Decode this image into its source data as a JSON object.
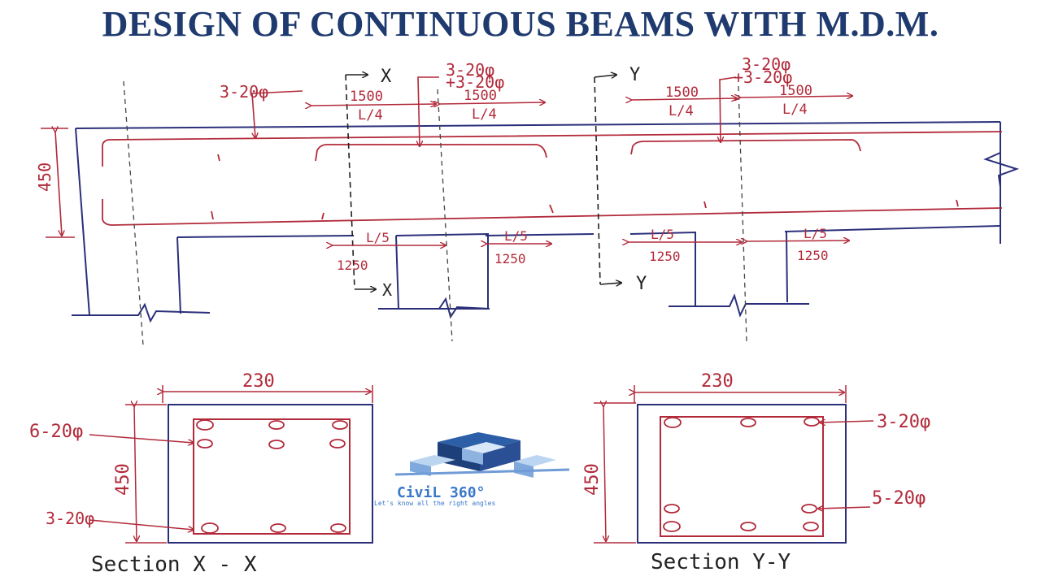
{
  "title": "DESIGN OF CONTINUOUS BEAMS WITH M.D.M.",
  "elevation": {
    "depth_label": "450",
    "top_bar_label": "3-20φ",
    "support_label_1": "3-20φ",
    "support_label_1b": "+3-20φ",
    "support_label_2": "3-20φ",
    "support_label_2b": "+3-20φ",
    "top_dim_value": "1500",
    "top_dim_fraction": "L/4",
    "bottom_dim_value": "1250",
    "bottom_dim_fraction": "L/5",
    "section_mark_x": "X",
    "section_mark_y": "Y"
  },
  "section_x": {
    "width_label": "230",
    "depth_label": "450",
    "top_bars_label": "6-20φ",
    "bottom_bars_label": "3-20φ",
    "caption": "Section X - X"
  },
  "section_y": {
    "width_label": "230",
    "depth_label": "450",
    "top_bars_label": "3-20φ",
    "bottom_bars_label": "5-20φ",
    "caption": "Section Y-Y"
  },
  "logo": {
    "name": "CiviL 360°",
    "tagline": "Let's know all the right angles"
  },
  "colors": {
    "title": "#1f3a6e",
    "concrete_outline": "#2b2f7a",
    "reinforcement": "#b22a3a",
    "centerline": "#444444",
    "logo": "#3a78c9"
  }
}
